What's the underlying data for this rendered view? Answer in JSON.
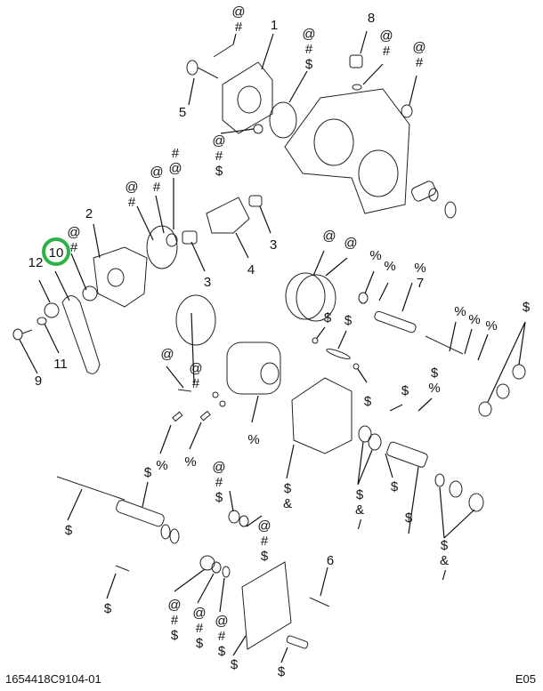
{
  "diagram": {
    "highlight_color": "#2db34a",
    "highlighted_callout": "10",
    "callouts": [
      "@ #",
      "1",
      "@ # $",
      "8",
      "@ #",
      "@ #",
      "5",
      "@ # $",
      "# @",
      "@ #",
      "@ #",
      "2",
      "3",
      "4",
      "3",
      "@ #",
      "10",
      "12",
      "11",
      "9",
      "@",
      "@",
      "%",
      "%",
      "% 7",
      "$",
      "$",
      "%",
      "%",
      "%",
      "$",
      "$",
      "$",
      "$ %",
      "@",
      "@ #",
      "%",
      "%",
      "%",
      "$",
      "@ # $",
      "$ &",
      "$ & /",
      "$",
      "$",
      "$ & /",
      "$",
      "@ # $",
      "6",
      "@ # $",
      "@ # $",
      "@ # $",
      "$",
      "$",
      "$"
    ]
  },
  "footer": {
    "drawing_id": "1654418C9104-01",
    "page_code": "E05"
  }
}
